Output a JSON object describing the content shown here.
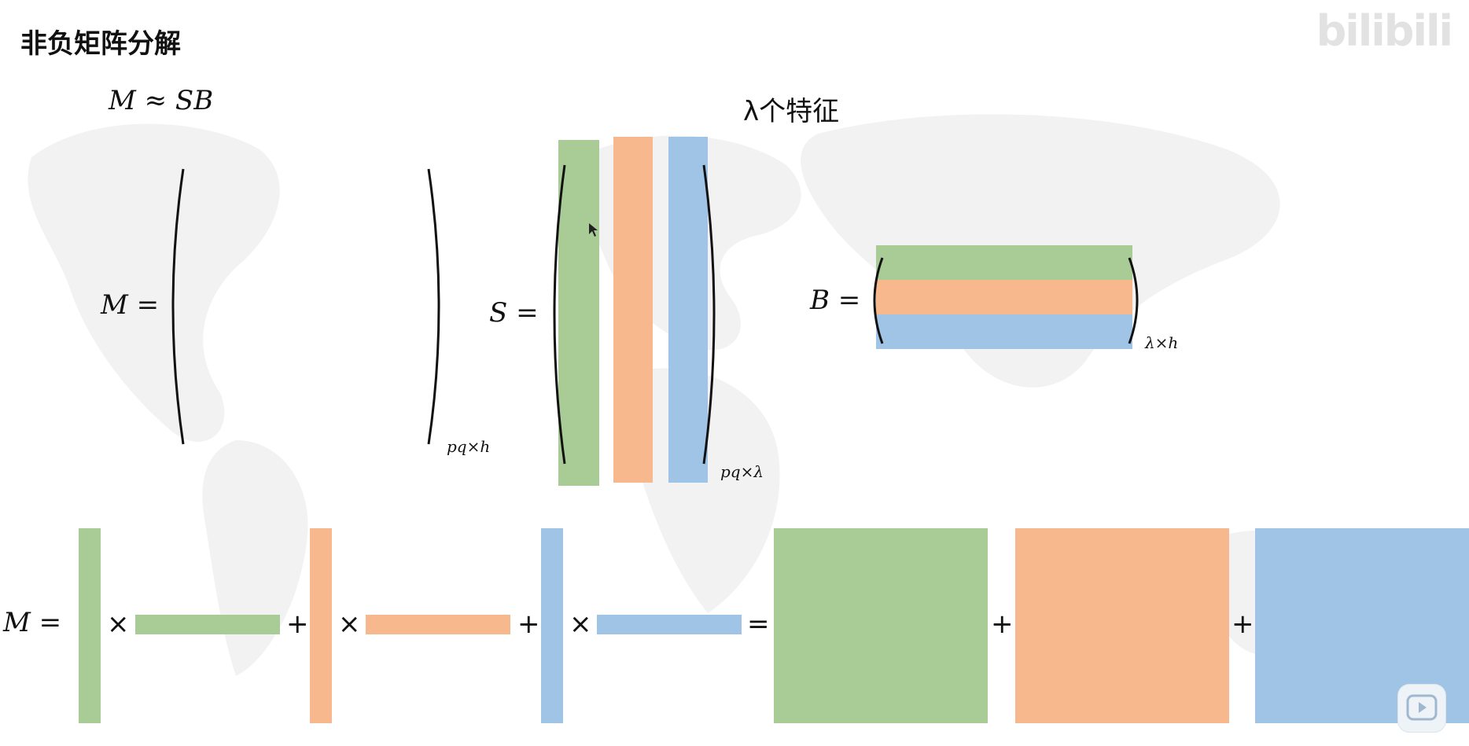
{
  "title": "非负矩阵分解",
  "watermark": "bilibili",
  "formula_approx": "M ≈ SB",
  "features_label": "λ个特征",
  "m_label": "M =",
  "m_dims": "pq×h",
  "s_label": "S =",
  "s_dims": "pq×λ",
  "b_label": "B =",
  "b_dims": "λ×h",
  "bottom": {
    "m_label": "M =",
    "times": "×",
    "plus": "+",
    "equals": "="
  },
  "colors": {
    "green": "#a9cb95",
    "orange": "#f6b88c",
    "blue": "#9fc4e6"
  },
  "icons": [
    "bilibili-logo",
    "play-icon",
    "mouse-cursor-icon"
  ]
}
